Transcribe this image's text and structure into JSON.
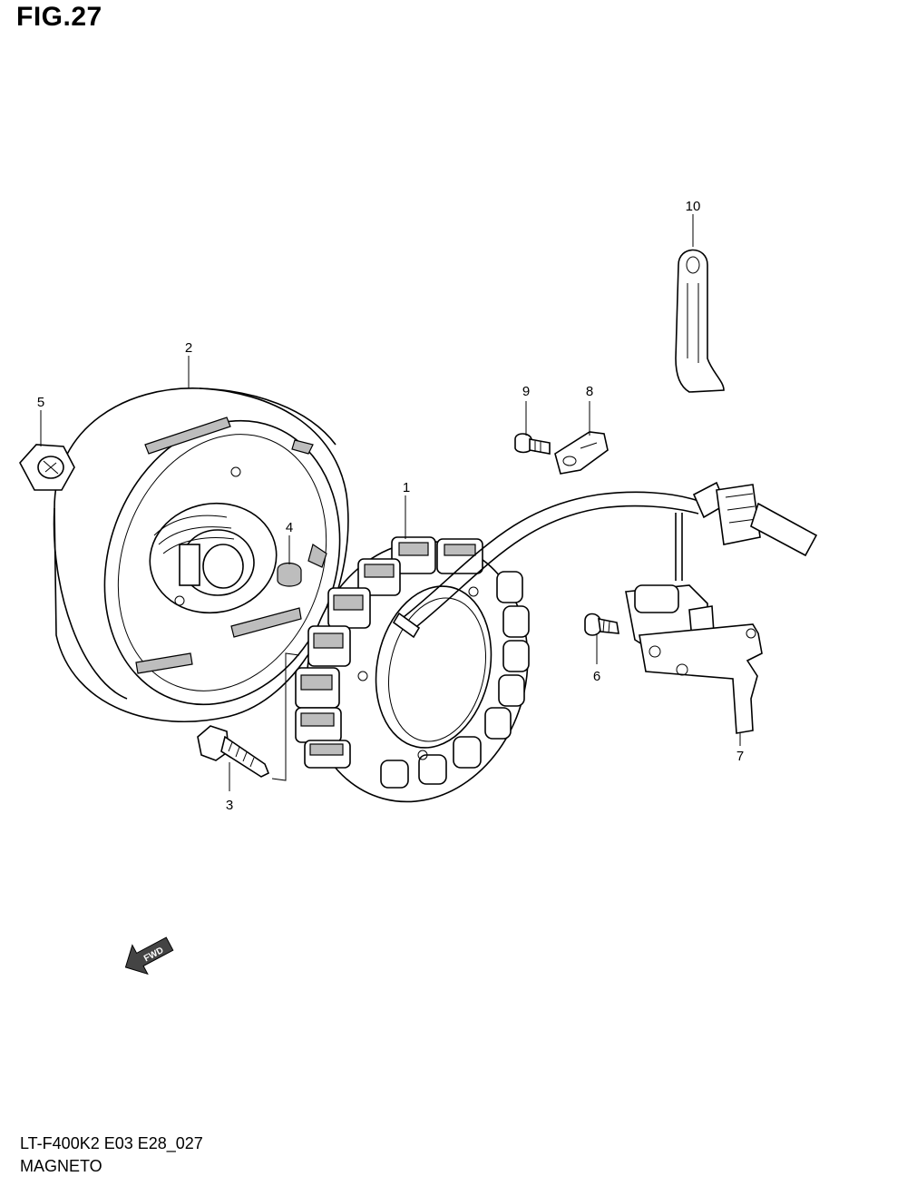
{
  "header": {
    "figure": "FIG.27"
  },
  "footer": {
    "model_code": "LT-F400K2 E03 E28_027",
    "section_name": "MAGNETO"
  },
  "callouts": {
    "c1": "1",
    "c2": "2",
    "c3": "3",
    "c4": "4",
    "c5": "5",
    "c6": "6",
    "c7": "7",
    "c8": "8",
    "c9": "9",
    "c10": "10"
  },
  "fwd_arrow": {
    "label": "FWD"
  },
  "icons": [
    "fwd-arrow-icon"
  ]
}
